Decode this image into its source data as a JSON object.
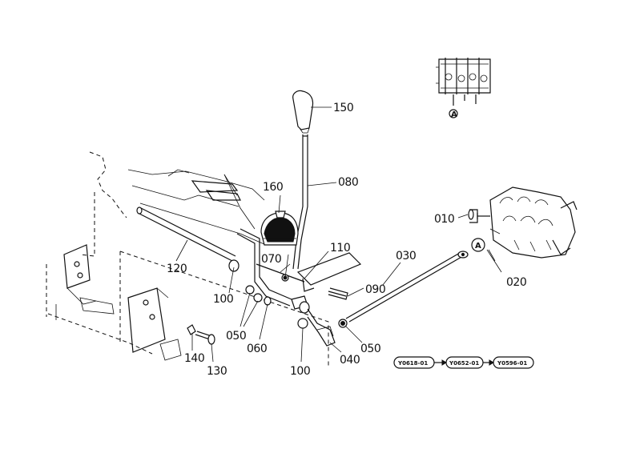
{
  "parts": {
    "p150": "150",
    "p080": "080",
    "p160": "160",
    "p120": "120",
    "p070": "070",
    "p110": "110",
    "p100a": "100",
    "p090": "090",
    "p050a": "050",
    "p060": "060",
    "p100b": "100",
    "p040": "040",
    "p050b": "050",
    "p140": "140",
    "p130": "130",
    "p030": "030",
    "p010": "010",
    "p020": "020"
  },
  "callouts": {
    "detail_ref": "A",
    "valve_ref": "A"
  },
  "codes": [
    "Y0618-01",
    "Y0652-01",
    "Y0596-01"
  ]
}
